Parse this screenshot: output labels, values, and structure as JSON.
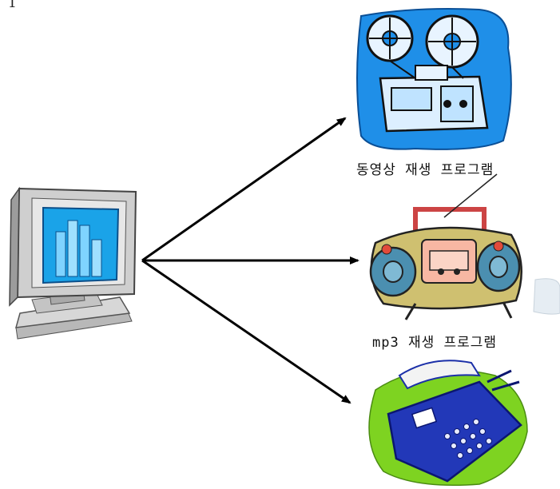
{
  "corner_mark": "1",
  "labels": {
    "video_player": "동영상 재생 프로그램",
    "mp3_player": "mp3 재생 프로그램"
  },
  "icons": {
    "computer": "computer-monitor-icon",
    "video": "film-projector-icon",
    "audio": "boombox-icon",
    "third": "typewriter-icon"
  },
  "colors": {
    "arrow": "#000000",
    "projector_bg": "#1f8fe8",
    "monitor_screen": "#1aa3e8",
    "typewriter_blue": "#1b2fa8",
    "typewriter_bg": "#7ed321"
  }
}
